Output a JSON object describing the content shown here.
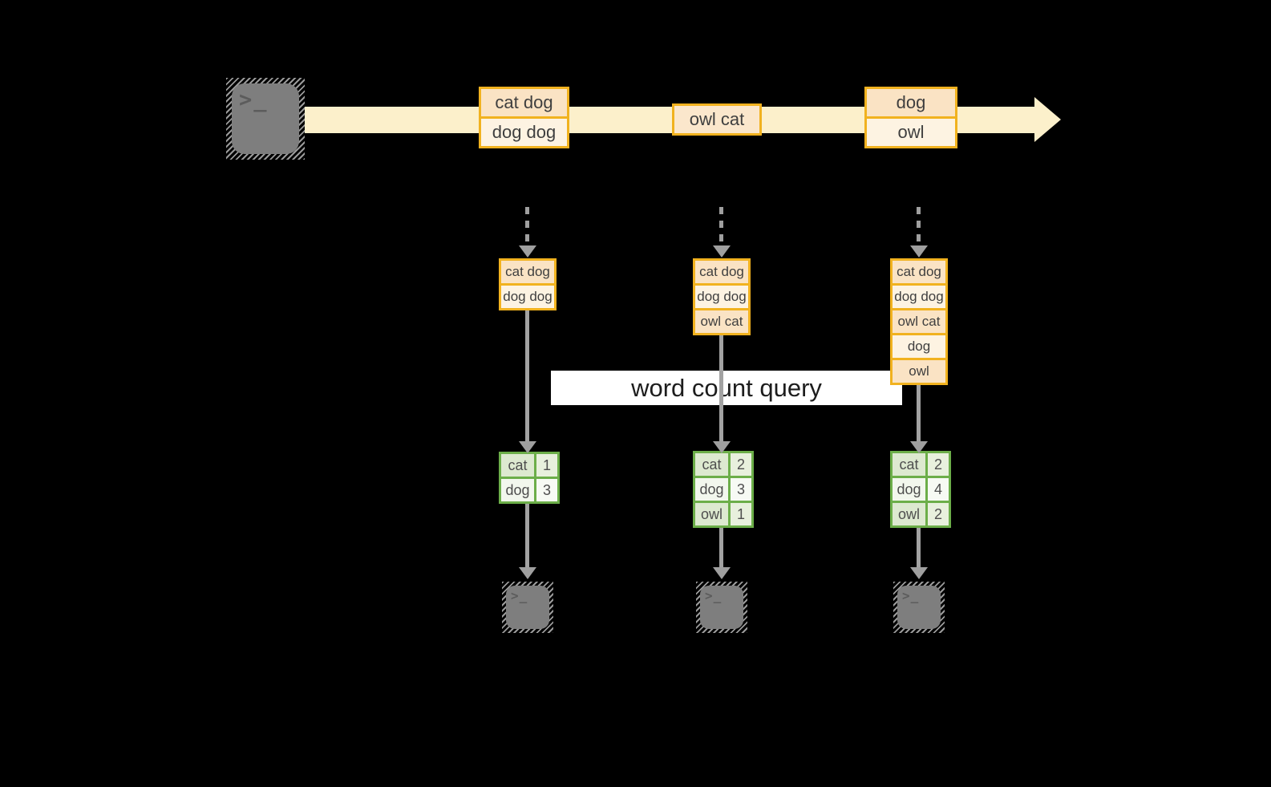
{
  "diagram": {
    "query_label": "word count query",
    "terminal_glyph": ">_",
    "colors": {
      "background": "#000000",
      "stream_band": "#fcf0cb",
      "gold_border": "#f1b21f",
      "peach_fill": "#fae3c4",
      "cream_fill": "#fdf3e2",
      "single_box_fill": "#fbe7cc",
      "green_border": "#6cae49",
      "green_fill_dark": "#dde9d0",
      "green_fill_light": "#f2f7ed",
      "arrow_gray": "#a0a0a0",
      "terminal_gray": "#7e7e7e",
      "query_band_bg": "#ffffff"
    },
    "timeline": {
      "messages": [
        {
          "rows": [
            "cat dog",
            "dog dog"
          ]
        },
        {
          "rows": [
            "owl cat"
          ]
        },
        {
          "rows": [
            "dog",
            "owl"
          ]
        }
      ]
    },
    "columns": [
      {
        "buffer": [
          "cat dog",
          "dog dog"
        ],
        "counts": [
          {
            "word": "cat",
            "value": "1"
          },
          {
            "word": "dog",
            "value": "3"
          }
        ]
      },
      {
        "buffer": [
          "cat dog",
          "dog dog",
          "owl cat"
        ],
        "counts": [
          {
            "word": "cat",
            "value": "2"
          },
          {
            "word": "dog",
            "value": "3"
          },
          {
            "word": "owl",
            "value": "1"
          }
        ]
      },
      {
        "buffer": [
          "cat dog",
          "dog dog",
          "owl cat",
          "dog",
          "owl"
        ],
        "counts": [
          {
            "word": "cat",
            "value": "2"
          },
          {
            "word": "dog",
            "value": "4"
          },
          {
            "word": "owl",
            "value": "2"
          }
        ]
      }
    ]
  }
}
